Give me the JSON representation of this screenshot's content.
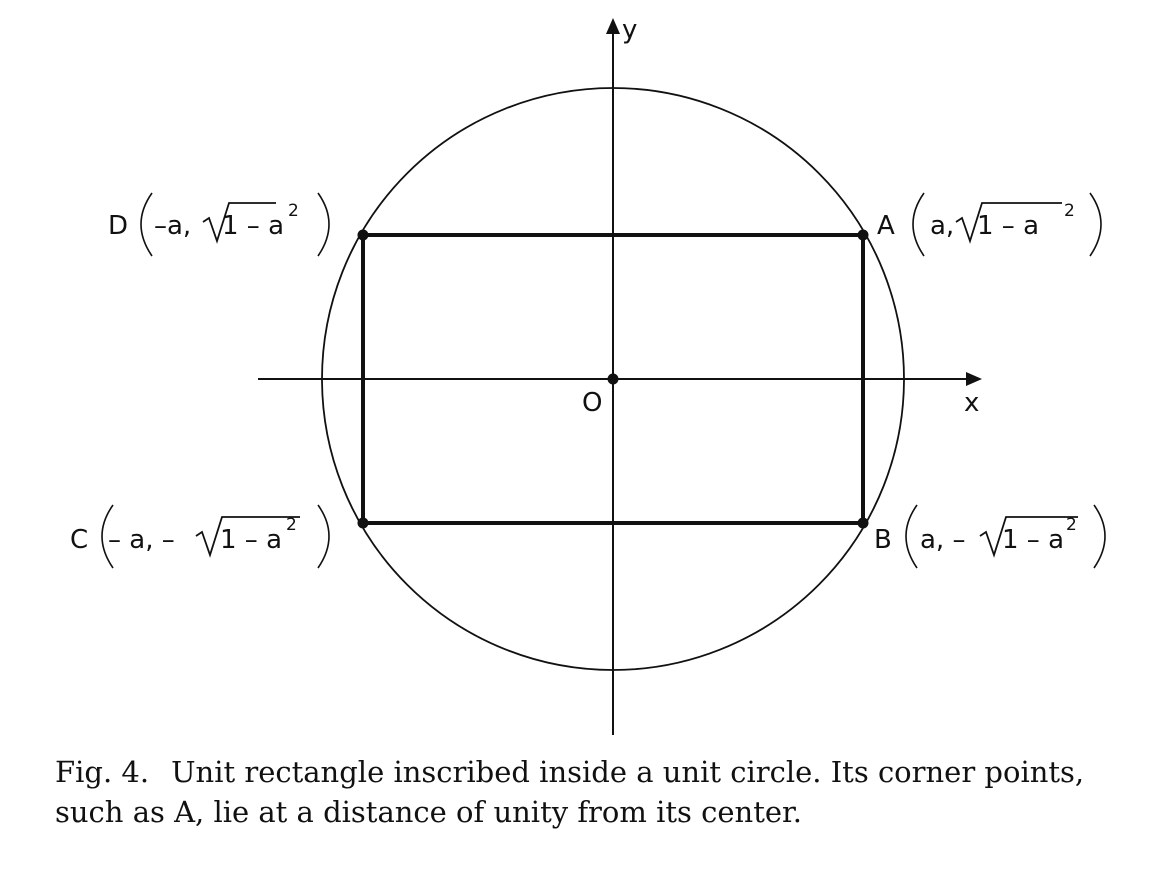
{
  "axes": {
    "x_label": "x",
    "y_label": "y",
    "origin_label": "O"
  },
  "points": {
    "A": {
      "name": "A",
      "x_expr": "a,",
      "y_sign": "",
      "radicand": "1 – a",
      "exponent": "2"
    },
    "B": {
      "name": "B",
      "x_expr": "a, –",
      "y_sign": "",
      "radicand": "1 – a",
      "exponent": "2"
    },
    "C": {
      "name": "C",
      "x_expr": "– a, –",
      "y_sign": "",
      "radicand": "1 – a",
      "exponent": "2"
    },
    "D": {
      "name": "D",
      "x_expr": "–a,",
      "y_sign": "",
      "radicand": "1 – a",
      "exponent": "2"
    }
  },
  "caption": {
    "number": "Fig. 4.",
    "text": "Unit rectangle inscribed inside a unit circle. Its corner points, such as A, lie at a distance of unity from its center."
  }
}
